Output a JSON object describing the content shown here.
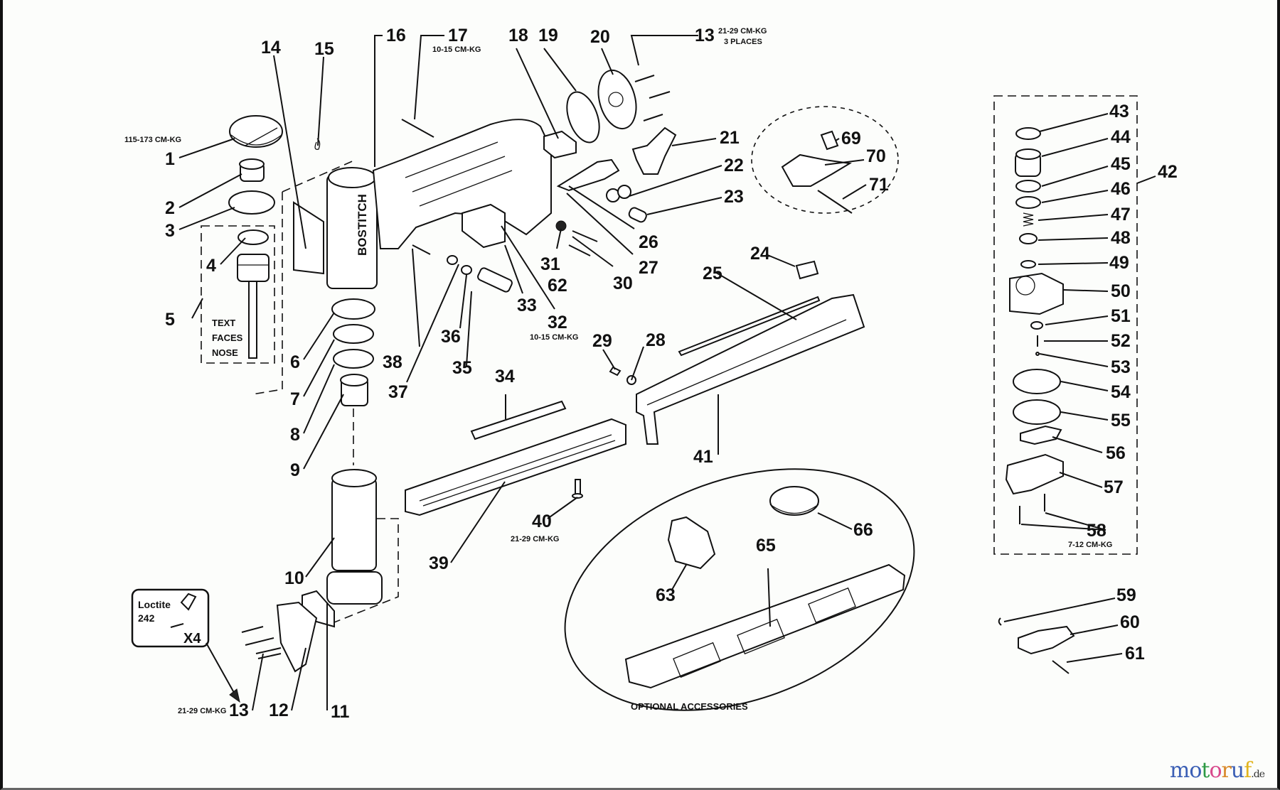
{
  "diagram": {
    "title": "Stapler exploded parts diagram",
    "brand_on_housing": "BOSTITCH",
    "notes": {
      "inset_text": [
        "TEXT",
        "FACES",
        "NOSE"
      ],
      "optional_accessories": "OPTIONAL ACCESSORIES",
      "loctite": {
        "line1": "Loctite",
        "line2": "242",
        "qty": "X4"
      }
    },
    "torques": {
      "t1": "115-173 CM-KG",
      "t17": "10-15 CM-KG",
      "t13a": "21-29 CM-KG",
      "t13a_places": "3 PLACES",
      "t32": "10-15 CM-KG",
      "t40": "21-29 CM-KG",
      "t13b": "21-29 CM-KG",
      "t58": "7-12 CM-KG"
    },
    "callouts": [
      "1",
      "2",
      "3",
      "4",
      "5",
      "6",
      "7",
      "8",
      "9",
      "10",
      "11",
      "12",
      "13",
      "14",
      "15",
      "16",
      "17",
      "18",
      "19",
      "20",
      "21",
      "22",
      "23",
      "24",
      "25",
      "26",
      "27",
      "28",
      "29",
      "30",
      "31",
      "32",
      "33",
      "34",
      "35",
      "36",
      "37",
      "38",
      "39",
      "40",
      "41",
      "42",
      "43",
      "44",
      "45",
      "46",
      "47",
      "48",
      "49",
      "50",
      "51",
      "52",
      "53",
      "54",
      "55",
      "56",
      "57",
      "58",
      "59",
      "60",
      "61",
      "62",
      "63",
      "65",
      "66",
      "69",
      "70",
      "71",
      "13"
    ]
  },
  "watermark": {
    "letters": [
      "m",
      "o",
      "t",
      "o",
      "r",
      "u",
      "f"
    ],
    "colors": [
      "#3b5fb5",
      "#3b5fb5",
      "#2e9a45",
      "#d84a8c",
      "#d9892b",
      "#3b5fb5",
      "#e2b41e"
    ],
    "suffix": ".de"
  }
}
